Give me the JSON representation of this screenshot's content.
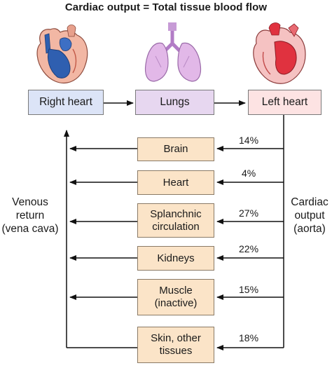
{
  "title": "Cardiac output = Total tissue blood flow",
  "top_row": {
    "right_heart": "Right heart",
    "lungs": "Lungs",
    "left_heart": "Left heart"
  },
  "venous_label": [
    "Venous",
    "return",
    "(vena cava)"
  ],
  "cardiac_label": [
    "Cardiac",
    "output",
    "(aorta)"
  ],
  "organs": [
    {
      "lines": [
        "Brain"
      ],
      "percent": "14%"
    },
    {
      "lines": [
        "Heart"
      ],
      "percent": "4%"
    },
    {
      "lines": [
        "Splanchnic",
        "circulation"
      ],
      "percent": "27%"
    },
    {
      "lines": [
        "Kidneys"
      ],
      "percent": "22%"
    },
    {
      "lines": [
        "Muscle",
        "(inactive)"
      ],
      "percent": "15%"
    },
    {
      "lines": [
        "Skin, other",
        "tissues"
      ],
      "percent": "18%"
    }
  ],
  "colors": {
    "right_heart_box": "#dce4f7",
    "lungs_box": "#e7d7f0",
    "left_heart_box": "#fde3e3",
    "organ_box": "#fbe4c8",
    "deoxygenated_blood": "#2f5fb0",
    "oxygenated_blood": "#e0323f"
  },
  "icons": [
    "right-heart-icon",
    "lungs-icon",
    "left-heart-icon"
  ]
}
